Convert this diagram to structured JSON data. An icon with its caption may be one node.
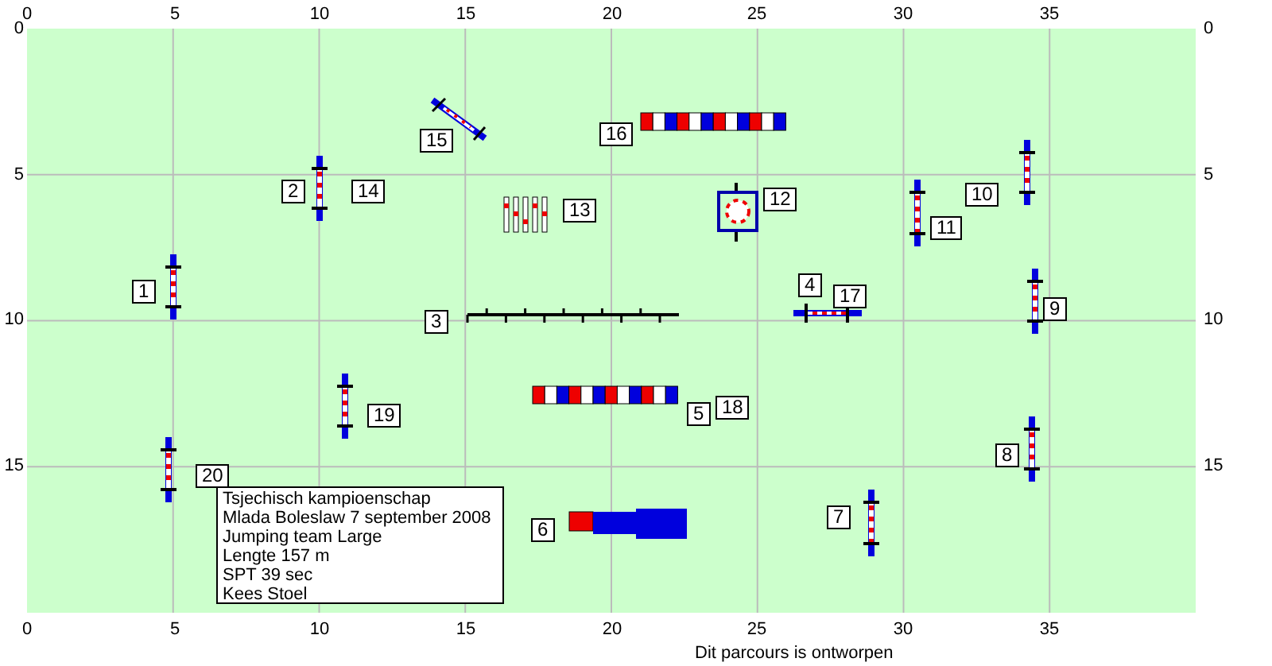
{
  "diagram": {
    "nodes": [
      {
        "text": [
          "Tsjechisch kampioenschap",
          "Mlada Boleslaw 7 september 2008",
          "Jumping team Large",
          "Lengte 157 m",
          "SPT 39 sec",
          "Kees Stoel"
        ]
      }
    ],
    "labels": [
      "0",
      "5",
      "10",
      "15",
      "20",
      "25",
      "30",
      "35",
      "0",
      "5",
      "10",
      "15",
      "0",
      "5",
      "10",
      "15",
      "0",
      "5",
      "10",
      "15",
      "20",
      "25",
      "30",
      "35",
      "1",
      "2",
      "3",
      "4",
      "5",
      "6",
      "7",
      "8",
      "9",
      "10",
      "11",
      "12",
      "13",
      "14",
      "15",
      "16",
      "17",
      "18",
      "19",
      "20",
      "Dit parcours is ontworpen"
    ]
  }
}
